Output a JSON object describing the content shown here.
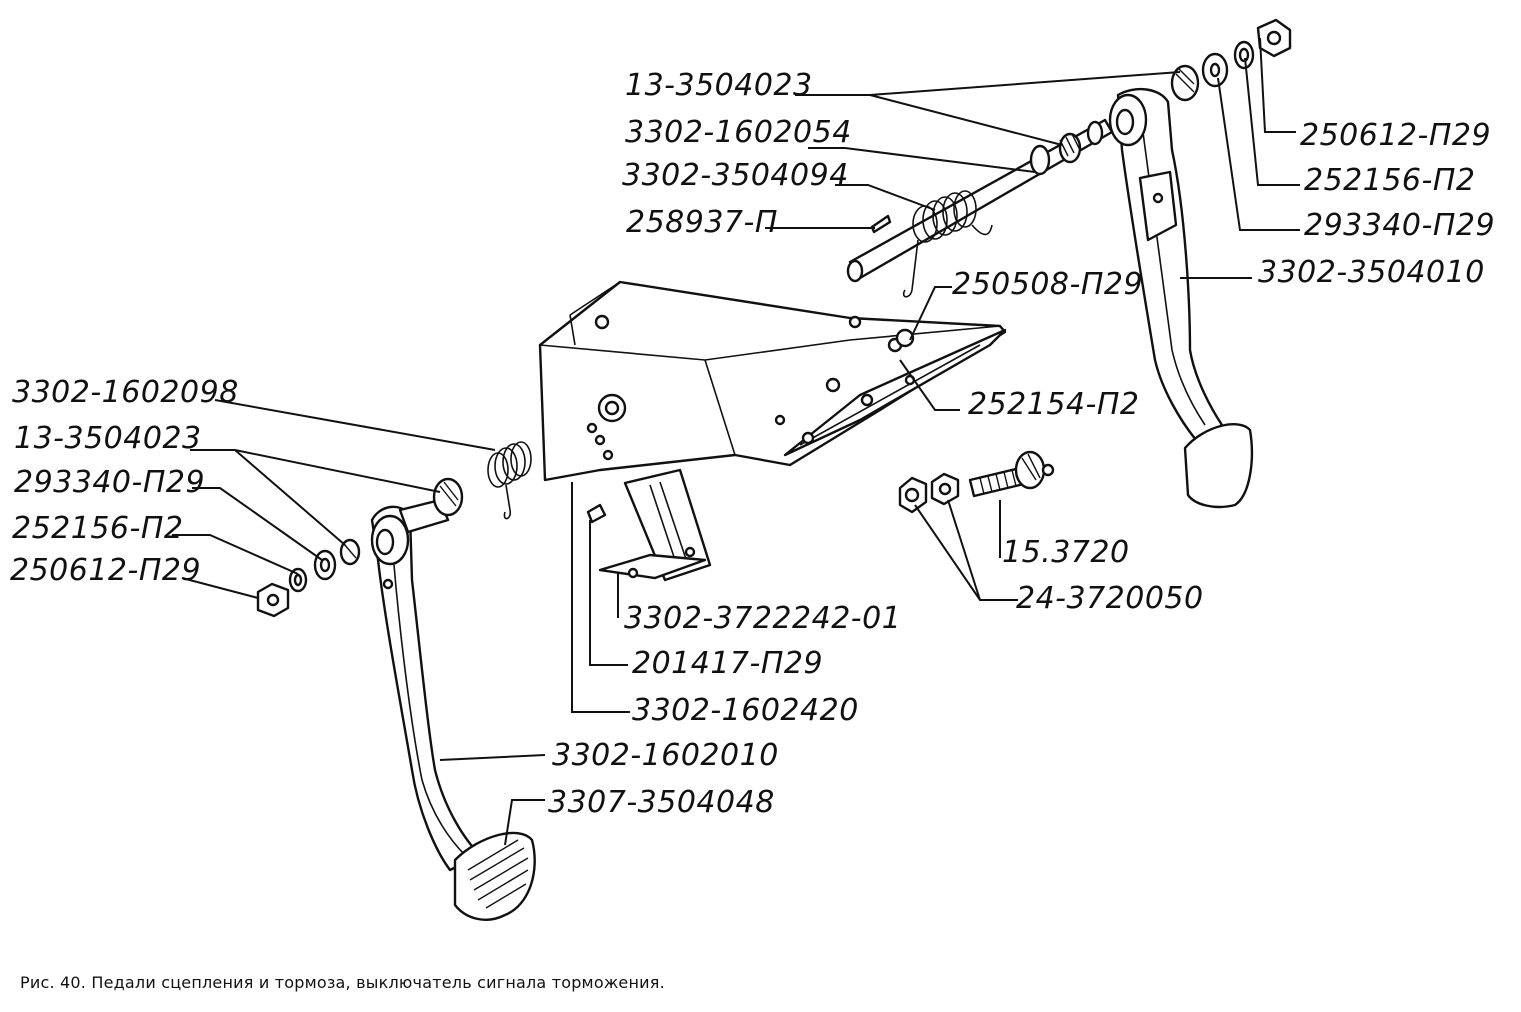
{
  "caption": "Рис. 40. Педали сцепления и тормоза, выключатель сигнала торможения.",
  "labels": {
    "l01": "13-3504023",
    "l02": "3302-1602054",
    "l03": "3302-3504094",
    "l04": "258937-П",
    "l05": "250612-П29",
    "l06": "252156-П2",
    "l07": "293340-П29",
    "l08": "3302-3504010",
    "l09": "250508-П29",
    "l10": "252154-П2",
    "l11": "3302-1602098",
    "l12": "13-3504023",
    "l13": "293340-П29",
    "l14": "252156-П2",
    "l15": "250612-П29",
    "l16": "15.3720",
    "l17": "24-3720050",
    "l18": "3302-3722242-01",
    "l19": "201417-П29",
    "l20": "3302-1602420",
    "l21": "3302-1602010",
    "l22": "3307-3504048"
  }
}
